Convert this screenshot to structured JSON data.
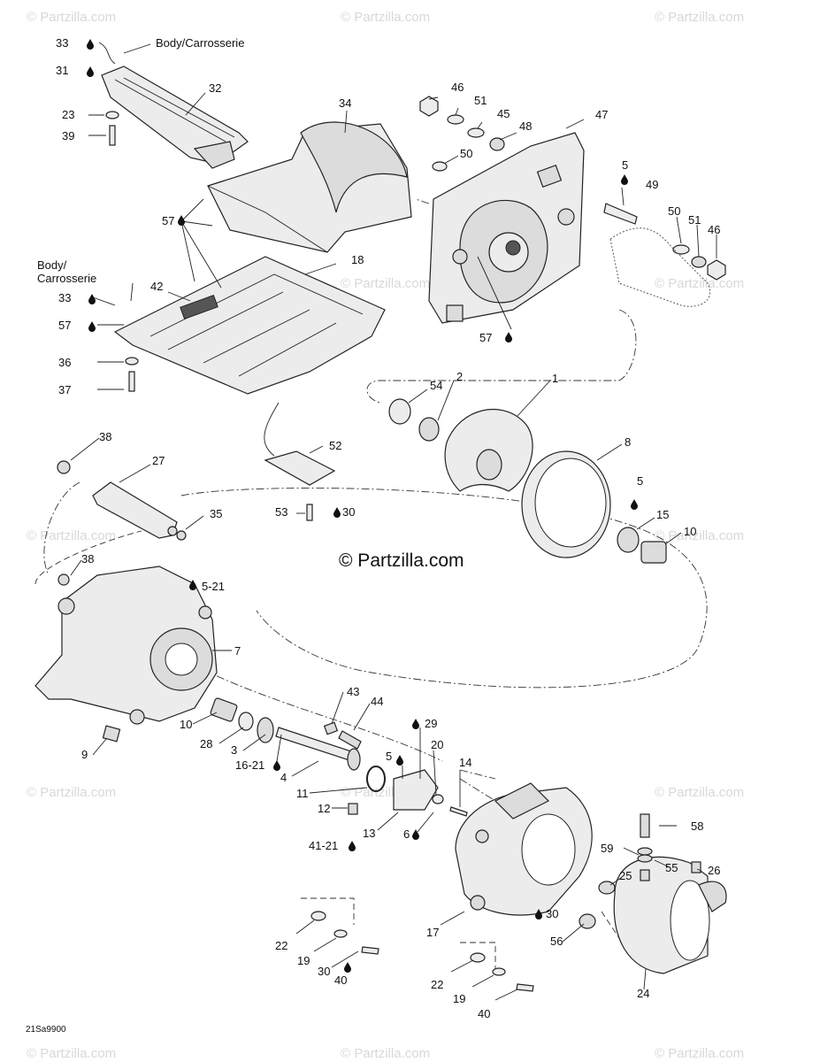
{
  "watermark_text": "© Partzilla.com",
  "center_watermark": "© Partzilla.com",
  "body_label_top": "Body/Carrosserie",
  "body_label_mid_line1": "Body/",
  "body_label_mid_line2": "Carrosserie",
  "diagram_code": "21Sa9900",
  "callouts": {
    "p1": "1",
    "p2": "2",
    "p3": "3",
    "p4": "4",
    "p5": "5",
    "p6": "6",
    "p7": "7",
    "p8": "8",
    "p9": "9",
    "p10": "10",
    "p11": "11",
    "p12": "12",
    "p13": "13",
    "p14": "14",
    "p15": "15",
    "p16": "16-21",
    "p17": "17",
    "p18": "18",
    "p19": "19",
    "p20": "20",
    "p22": "22",
    "p23": "23",
    "p24": "24",
    "p25": "25",
    "p26": "26",
    "p27": "27",
    "p28": "28",
    "p29": "29",
    "p30": "30",
    "p31": "31",
    "p32": "32",
    "p33": "33",
    "p34": "34",
    "p35": "35",
    "p36": "36",
    "p37": "37",
    "p38": "38",
    "p39": "39",
    "p40": "40",
    "p41": "41-21",
    "p42": "42",
    "p43": "43",
    "p44": "44",
    "p45": "45",
    "p46": "46",
    "p47": "47",
    "p48": "48",
    "p49": "49",
    "p50": "50",
    "p51": "51",
    "p52": "52",
    "p53": "53",
    "p54": "54",
    "p55": "55",
    "p56": "56",
    "p57": "57",
    "p58": "58",
    "p59": "59",
    "p521": "5-21"
  },
  "icons": [
    "sealant-drop-icon"
  ]
}
